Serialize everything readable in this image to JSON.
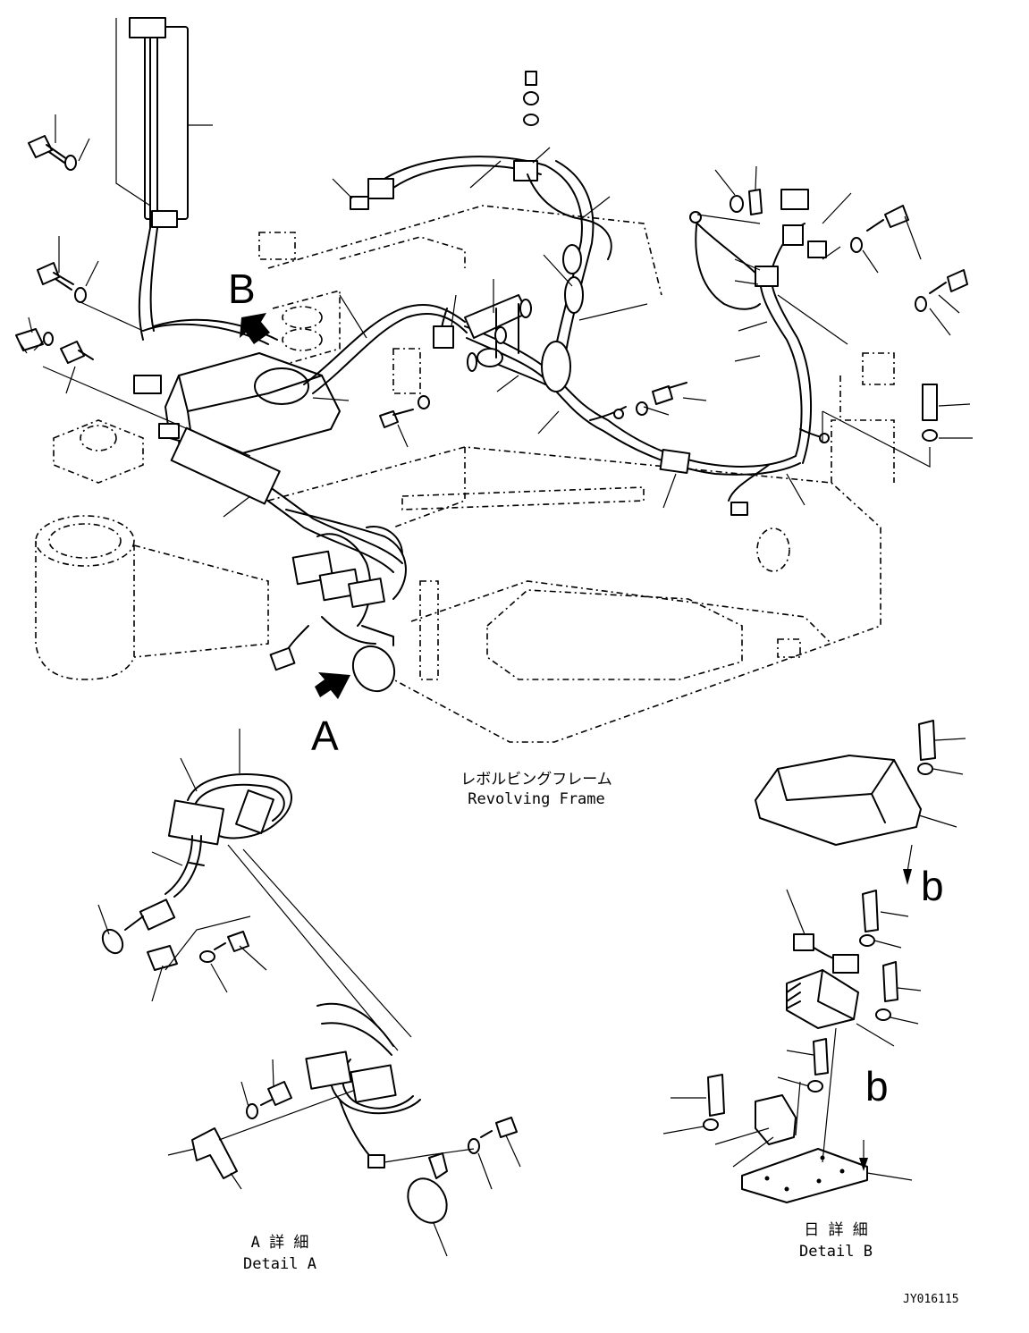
{
  "view_labels": {
    "view_a": "A",
    "view_b": "B",
    "arrow_b_lower_1": "b",
    "arrow_b_lower_2": "b"
  },
  "frame_caption": {
    "japanese": "レボルビングフレーム",
    "english": "Revolving Frame"
  },
  "detail_a_caption": {
    "japanese": "A 詳 細",
    "english": "Detail A"
  },
  "detail_b_caption": {
    "japanese": "日 詳 細",
    "english": "Detail B"
  },
  "drawing_number": "JY016115"
}
